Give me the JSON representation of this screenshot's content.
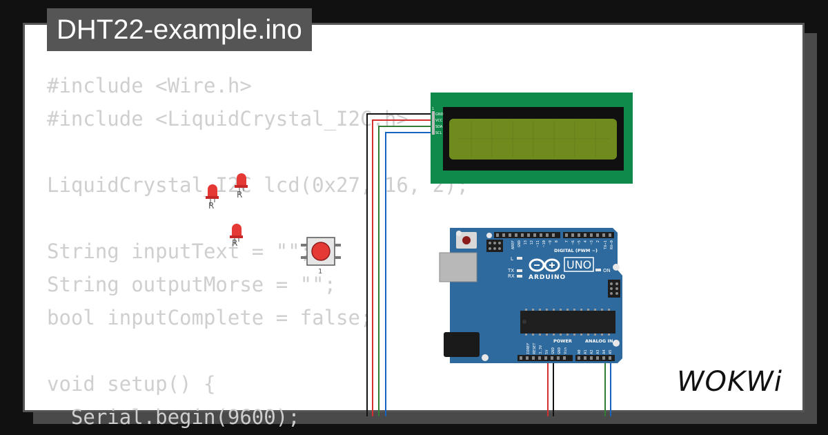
{
  "window": {
    "title": "DHT22-example.ino"
  },
  "code_lines": [
    "#include <Wire.h>",
    "#include <LiquidCrystal_I2C.h>",
    "",
    "LiquidCrystal_I2C lcd(0x27, 16, 2);",
    "",
    "String inputText = \"\";",
    "String outputMorse = \"\";",
    "bool inputComplete = false;",
    "",
    "void setup() {",
    "  Serial.begin(9600);"
  ],
  "lcd": {
    "pin_index": "1",
    "pins": [
      "GND",
      "VCC",
      "SDA",
      "SCL"
    ]
  },
  "button": {
    "label": "1"
  },
  "leds": {
    "label": "R",
    "color": "#e53935",
    "count": 3
  },
  "arduino": {
    "model": "UNO",
    "brand": "ARDUINO",
    "header_digital": "DIGITAL (PWM ~)",
    "digital_pins": [
      "AREF",
      "GND",
      "13",
      "12",
      "~11",
      "~10",
      "~9",
      "8",
      "7",
      "~6",
      "~5",
      "4",
      "~3",
      "2",
      "TX→1",
      "RX←0"
    ],
    "led_labels": [
      "L",
      "TX",
      "RX",
      "ON"
    ],
    "header_power": "POWER",
    "power_pins": [
      "IOREF",
      "RESET",
      "3.3V",
      "5V",
      "GND",
      "GND",
      "Vin"
    ],
    "header_analog": "ANALOG IN",
    "analog_pins": [
      "A0",
      "A1",
      "A2",
      "A3",
      "A4",
      "A5"
    ],
    "board_color": "#2e6a9e"
  },
  "wires": {
    "gnd": "#111111",
    "vcc": "#d32f2f",
    "sda": "#2e7d32",
    "scl": "#1565c0"
  },
  "logo": {
    "text": "WOKWi"
  },
  "colors": {
    "background": "#111111",
    "frame": "#555555",
    "lcd_pcb": "#0f8a4a",
    "lcd_screen": "#6f8b1e",
    "code_text": "#cfcfcf"
  }
}
